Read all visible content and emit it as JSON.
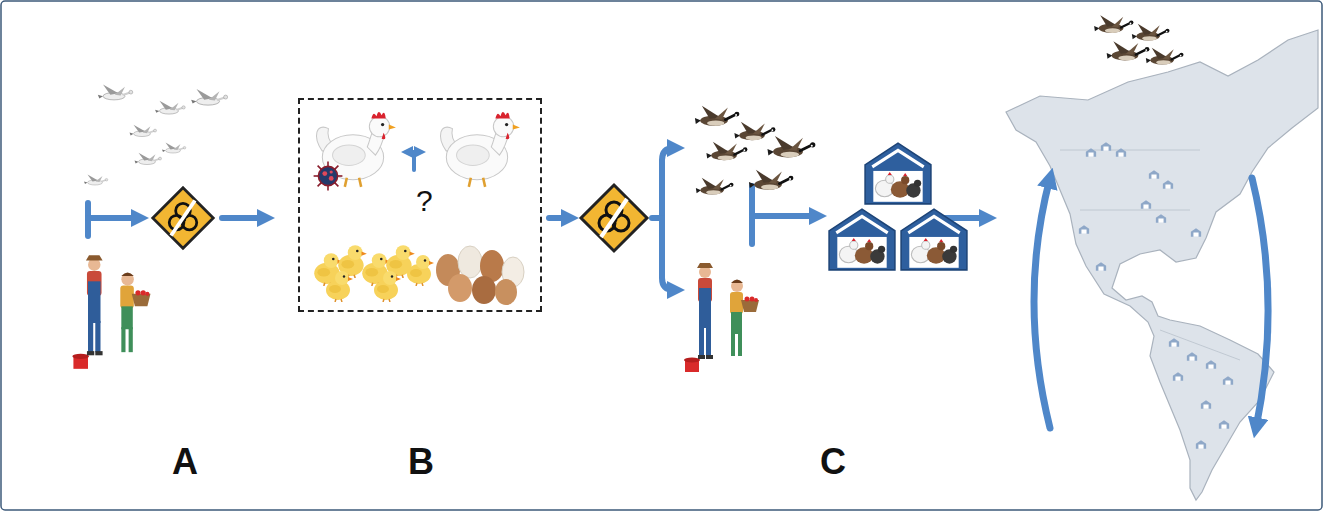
{
  "diagram": {
    "nodes": [
      {
        "text": [
          "?"
        ]
      }
    ],
    "labels": [
      "A",
      "B",
      "C"
    ]
  }
}
